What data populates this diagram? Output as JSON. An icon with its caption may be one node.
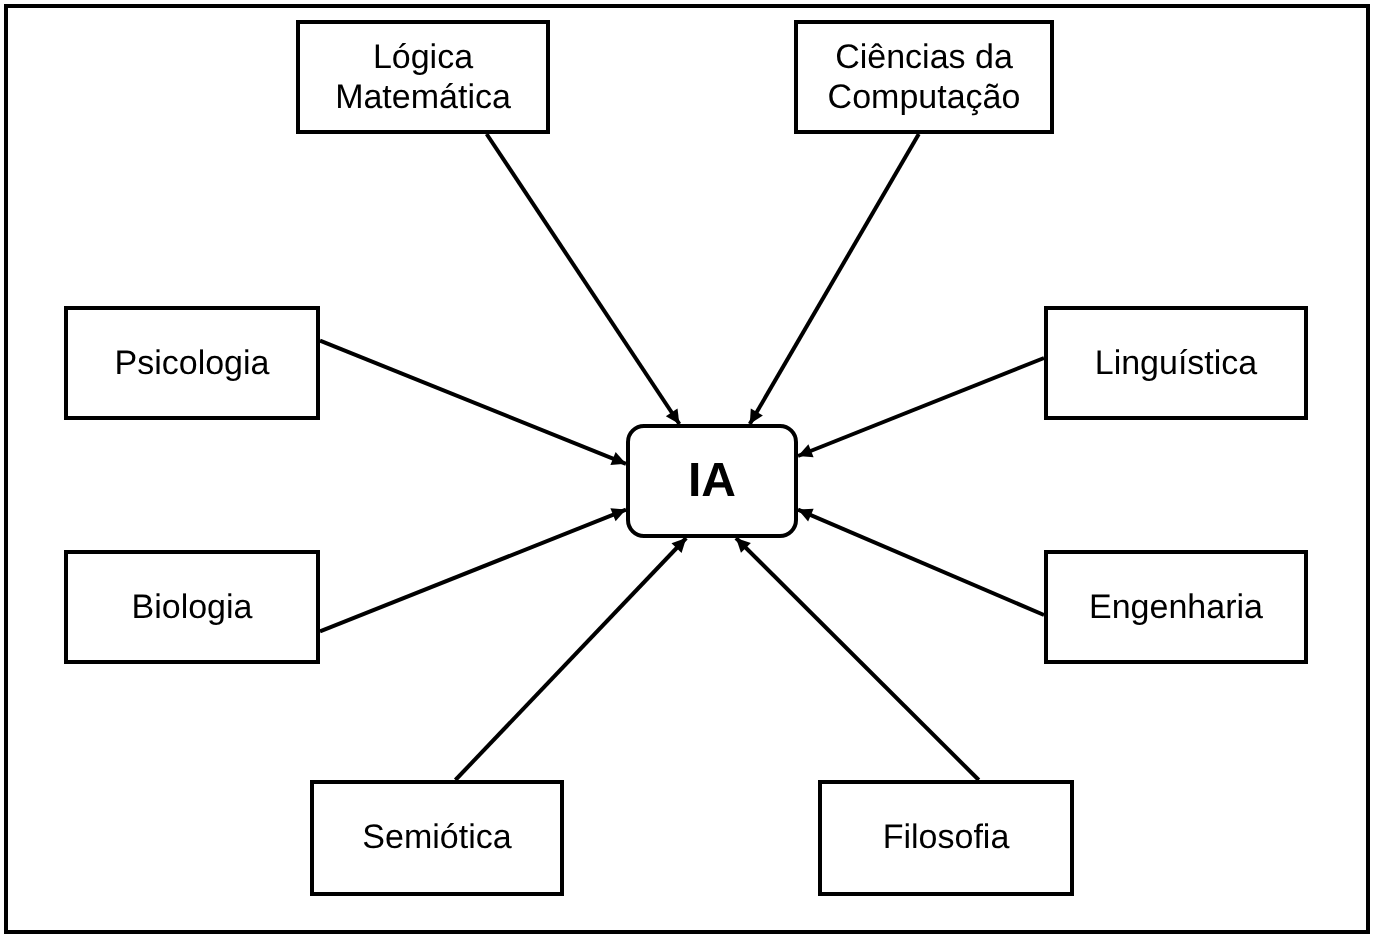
{
  "diagram": {
    "nodes": [
      {
        "text": [
          "IA"
        ]
      },
      {
        "text": [
          "Lógica Matemática"
        ]
      },
      {
        "text": [
          "Ciências da Computação"
        ]
      },
      {
        "text": [
          "Psicologia"
        ]
      },
      {
        "text": [
          "Linguística"
        ]
      },
      {
        "text": [
          "Biologia"
        ]
      },
      {
        "text": [
          "Engenharia"
        ]
      },
      {
        "text": [
          "Semiótica"
        ]
      },
      {
        "text": [
          "Filosofia"
        ]
      }
    ],
    "edges": [
      {
        "from": 1,
        "to": 0,
        "arrow": "to"
      },
      {
        "from": 2,
        "to": 0,
        "arrow": "to"
      },
      {
        "from": 3,
        "to": 0,
        "arrow": "to"
      },
      {
        "from": 4,
        "to": 0,
        "arrow": "to"
      },
      {
        "from": 5,
        "to": 0,
        "arrow": "to"
      },
      {
        "from": 6,
        "to": 0,
        "arrow": "to"
      },
      {
        "from": 7,
        "to": 0,
        "arrow": "to"
      },
      {
        "from": 8,
        "to": 0,
        "arrow": "to"
      }
    ]
  }
}
